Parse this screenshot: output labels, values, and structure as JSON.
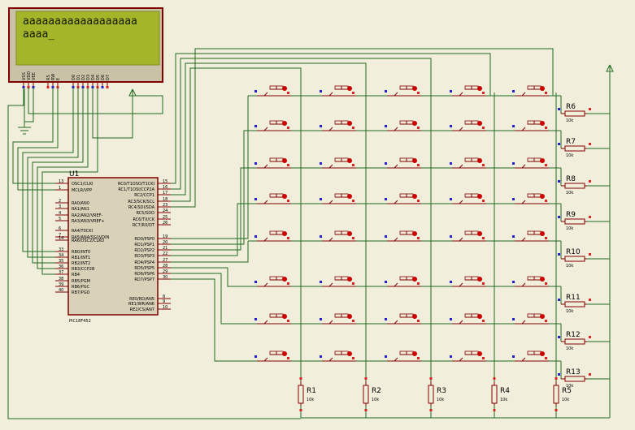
{
  "lcd": {
    "line1": "aaaaaaaaaaaaaaaaaa",
    "line2": "aaaa_",
    "pins": [
      "VSS",
      "VDD",
      "VEE",
      "RS",
      "RW",
      "E",
      "D0",
      "D1",
      "D2",
      "D3",
      "D4",
      "D5",
      "D6",
      "D7"
    ]
  },
  "mcu": {
    "ref": "U1",
    "part": "PIC18F452",
    "left_pins": [
      {
        "num": "13",
        "name": "OSC1/CLKI"
      },
      {
        "num": "1",
        "name": "MCLR/VPP"
      },
      {
        "num": "2",
        "name": "RA0/AN0"
      },
      {
        "num": "3",
        "name": "RA1/AN1"
      },
      {
        "num": "4",
        "name": "RA2/AN2/VREF-"
      },
      {
        "num": "5",
        "name": "RA3/AN3/VREF+"
      },
      {
        "num": "6",
        "name": "RA4/T0CKI"
      },
      {
        "num": "7",
        "name": "RA5/AN4/SS/LVDIN"
      },
      {
        "num": "14",
        "name": "RA6/OSC2/CLKO"
      },
      {
        "num": "33",
        "name": "RB0/INT0"
      },
      {
        "num": "34",
        "name": "RB1/INT1"
      },
      {
        "num": "35",
        "name": "RB2/INT2"
      },
      {
        "num": "36",
        "name": "RB3/CCP2B"
      },
      {
        "num": "37",
        "name": "RB4"
      },
      {
        "num": "38",
        "name": "RB5/PGM"
      },
      {
        "num": "39",
        "name": "RB6/PGC"
      },
      {
        "num": "40",
        "name": "RB7/PGD"
      }
    ],
    "right_pins": [
      {
        "num": "15",
        "name": "RC0/T1OSO/T1CKI"
      },
      {
        "num": "16",
        "name": "RC1/T1OSI/CCP2A"
      },
      {
        "num": "17",
        "name": "RC2/CCP1"
      },
      {
        "num": "18",
        "name": "RC3/SCK/SCL"
      },
      {
        "num": "23",
        "name": "RC4/SDI/SDA"
      },
      {
        "num": "24",
        "name": "RC5/SDO"
      },
      {
        "num": "25",
        "name": "RC6/TX/CK"
      },
      {
        "num": "26",
        "name": "RC7/RX/DT"
      },
      {
        "num": "19",
        "name": "RD0/PSP0"
      },
      {
        "num": "20",
        "name": "RD1/PSP1"
      },
      {
        "num": "21",
        "name": "RD2/PSP2"
      },
      {
        "num": "22",
        "name": "RD3/PSP3"
      },
      {
        "num": "27",
        "name": "RD4/PSP4"
      },
      {
        "num": "28",
        "name": "RD5/PSP5"
      },
      {
        "num": "29",
        "name": "RD6/PSP6"
      },
      {
        "num": "30",
        "name": "RD7/PSP7"
      },
      {
        "num": "8",
        "name": "RE0/RD/AN5"
      },
      {
        "num": "9",
        "name": "RE1/WR/AN6"
      },
      {
        "num": "10",
        "name": "RE2/CS/AN7"
      }
    ]
  },
  "row_resistors": [
    "R6",
    "R7",
    "R8",
    "R9",
    "R10",
    "R11",
    "R12",
    "R13"
  ],
  "col_resistors": [
    "R1",
    "R2",
    "R3",
    "R4",
    "R5"
  ],
  "resistor_value": "10k",
  "colors": {
    "background": "#f2eedc",
    "wire": "#1f6b1f",
    "component": "#800000",
    "lcd_screen": "#a4b52a",
    "button_led": "#cc0000",
    "pin_marker_blue": "#2222cc",
    "pin_marker_red": "#dd2222"
  }
}
